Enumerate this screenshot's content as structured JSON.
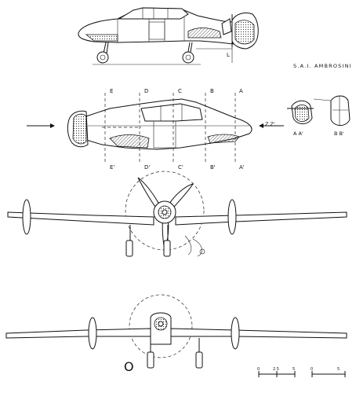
{
  "title": "S.A.I. AMBROSINI",
  "side_view": {
    "label_L": "L"
  },
  "section_labels": {
    "top": [
      "E",
      "D",
      "C",
      "B",
      "A"
    ],
    "bottom": [
      "E'",
      "D'",
      "C'",
      "B'",
      "A'"
    ]
  },
  "section_views": {
    "zz": "Z Z'",
    "aa": "A A'",
    "bb": "B B'"
  },
  "scale_bars": [
    {
      "start": "0",
      "mid": "2.5",
      "end": "5"
    },
    {
      "start": "0",
      "end": "5"
    }
  ],
  "letter_o": "O"
}
